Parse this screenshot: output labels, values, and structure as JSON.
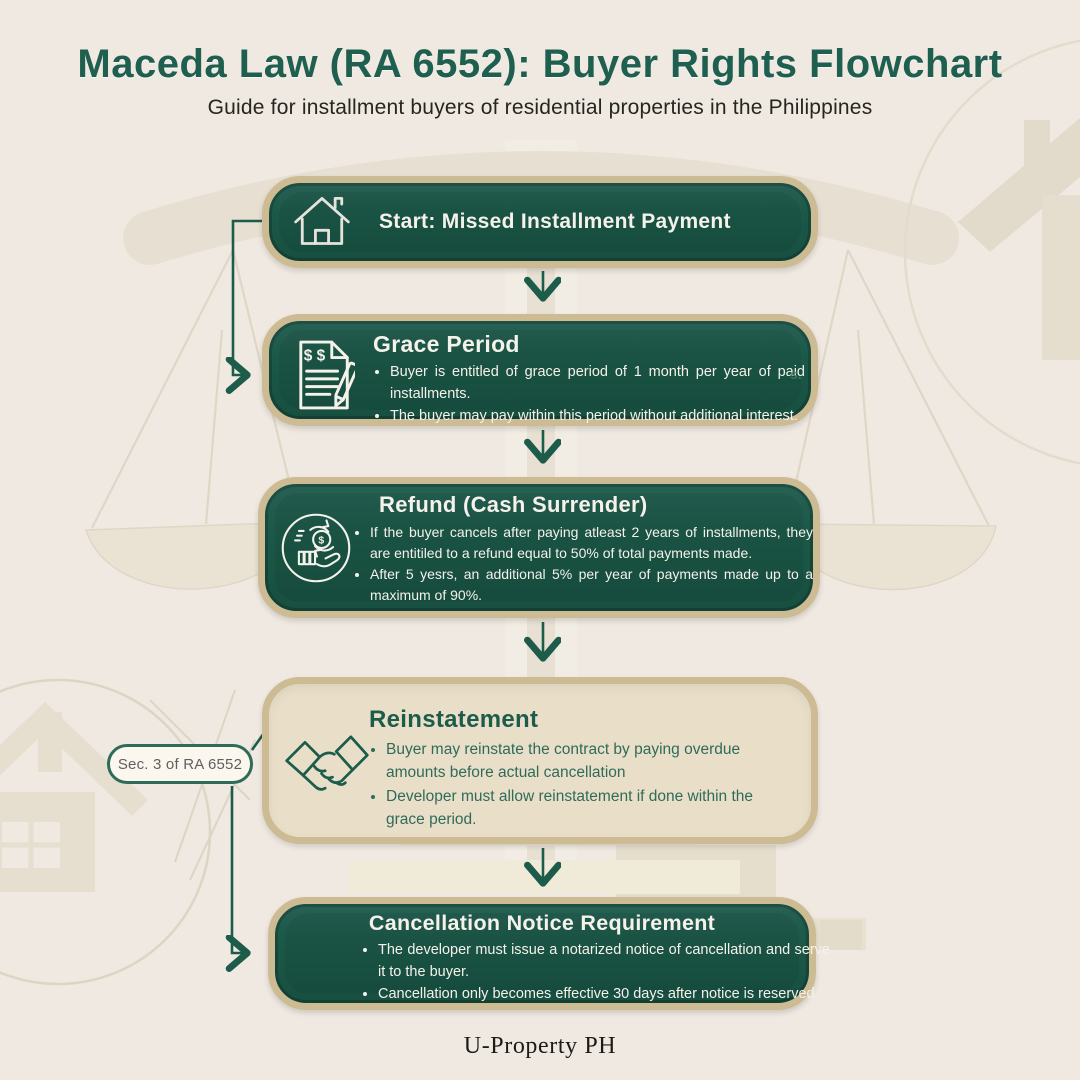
{
  "header": {
    "title": "Maceda Law (RA 6552): Buyer Rights Flowchart",
    "subtitle": "Guide for installment buyers of residential properties in the Philippines"
  },
  "steps": [
    {
      "title": "Start: Missed Installment Payment",
      "icon": "house-icon",
      "bullets": []
    },
    {
      "title": "Grace Period",
      "icon": "invoice-icon",
      "bullets": [
        "Buyer is entitled of grace period of 1 month per year of paid installments.",
        "The buyer may pay within this period without additional interest."
      ]
    },
    {
      "title": "Refund (Cash Surrender)",
      "icon": "refund-hand-icon",
      "bullets": [
        "If the buyer cancels after paying atleast 2 years of installments, they are entitiled to a refund equal to 50% of total payments made.",
        "After 5 yesrs, an additional 5% per year of payments made up to a maximum of 90%."
      ]
    },
    {
      "title": "Reinstatement",
      "icon": "handshake-icon",
      "bullets": [
        "Buyer may reinstate the contract by paying overdue amounts before actual cancellation",
        "Developer must allow reinstatement if done within the grace period."
      ]
    },
    {
      "title": "Cancellation Notice Requirement",
      "icon": null,
      "bullets": [
        "The developer must issue a notarized notice of cancellation and serve it to the buyer.",
        "Cancellation only becomes effective 30 days after notice is reserved."
      ]
    }
  ],
  "side_label": {
    "text": "Sec. 3 of RA 6552"
  },
  "decor": {
    "stray_text": "s."
  },
  "footer": {
    "brand": "U-Property PH"
  },
  "colors": {
    "background": "#EFE9E1",
    "box_green": "#1C5949",
    "border_tan": "#CDBB94",
    "box_beige": "#E9DFC9",
    "accent_green": "#1E5F50",
    "connector_green": "#1D5C4B",
    "pill_text_gray": "#5F5F5F",
    "watermark_beige": "#E9E2D3"
  }
}
